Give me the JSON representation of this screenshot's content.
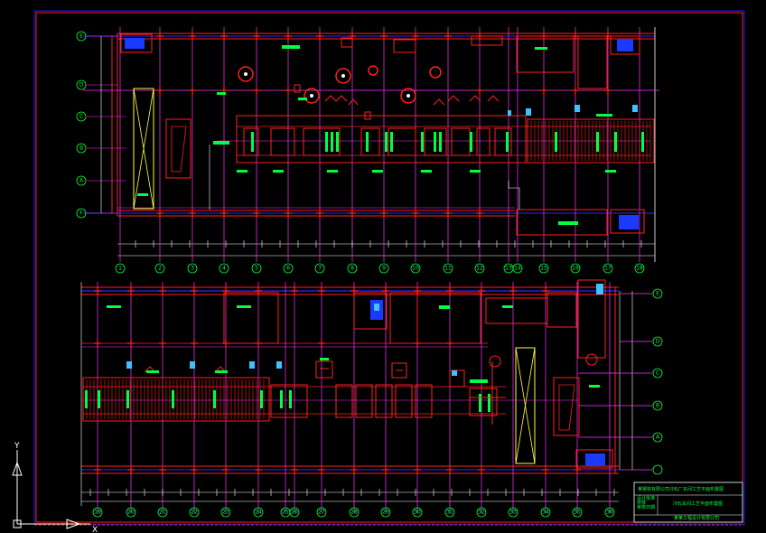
{
  "viewport": {
    "background": "#000000",
    "colors": {
      "frame_outer": "#1a1aff",
      "frame_inner": "#ff2020",
      "wall": "#ff2020",
      "column": "#ff33ff",
      "axis": "#ff33ff",
      "grid_top": "#2a2aff",
      "bubble": "#00ff40",
      "hatch": "#00ff40",
      "highlight": "#ffff40",
      "cyan": "#40c0ff",
      "white": "#ffffff"
    }
  },
  "ucs_icon": {
    "x_label": "X",
    "y_label": "Y"
  },
  "plan_top": {
    "row_axes": [
      "E",
      "D",
      "C",
      "B",
      "A",
      "F"
    ],
    "col_axes": [
      "1",
      "2",
      "3",
      "4",
      "5",
      "6",
      "7",
      "8",
      "9",
      "10",
      "11",
      "12",
      "13",
      "14",
      "15",
      "16",
      "17",
      "18"
    ]
  },
  "plan_bottom": {
    "row_axes": [
      "E",
      "D",
      "C",
      "B",
      "A"
    ],
    "col_axes": [
      "19",
      "20",
      "21",
      "22",
      "23",
      "24",
      "25",
      "26",
      "27",
      "28",
      "29",
      "30",
      "31",
      "32",
      "33",
      "34",
      "35",
      "36"
    ]
  },
  "title_block": {
    "project_name": "某钢铁有限公司冷轧厂车间工艺平面布置图",
    "drawing_title": "冷轧车间工艺平面布置图",
    "rows": [
      "设计",
      "校核",
      "审核",
      "批准",
      "日期"
    ],
    "company": "某某工程设计有限公司"
  }
}
